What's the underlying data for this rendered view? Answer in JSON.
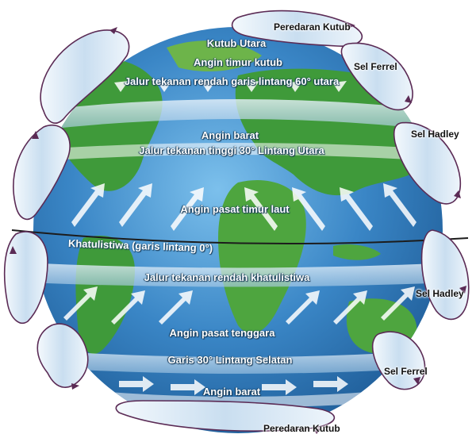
{
  "labels": {
    "kutub_utara": "Kutub Utara",
    "angin_timur_kutub": "Angin timur kutub",
    "jalur_60_utara": "Jalur tekanan rendah garis lintang 60° utara",
    "angin_barat_utara": "Angin barat",
    "jalur_30_utara": "Jalur tekanan tinggi 30° Lintang Utara",
    "angin_pasat_timur_laut": "Angin pasat timur laut",
    "khatulistiwa": "Khatulistiwa (garis lintang 0°)",
    "jalur_khatulistiwa": "Jalur tekanan rendah khatulistiwa",
    "angin_pasat_tenggara": "Angin pasat tenggara",
    "garis_30_selatan": "Garis 30° Lintang Selatan",
    "angin_barat_selatan": "Angin barat",
    "peredaran_kutub_atas": "Peredaran Kutub",
    "sel_ferrel_atas": "Sel Ferrel",
    "sel_hadley_atas": "Sel Hadley",
    "sel_hadley_bawah": "Sel Hadley",
    "sel_ferrel_bawah": "Sel Ferrel",
    "peredaran_kutub_bawah": "Peredaran Kutub"
  },
  "colors": {
    "ocean_deep": "#2a6fb0",
    "ocean_light": "#5fa9dc",
    "land": "#3f9a3a",
    "land_light": "#7cc04e",
    "arrow": "#ffffff",
    "cell_outline": "#5b2b55",
    "cell_fill": "#dfeef8",
    "equator_line": "#222222"
  }
}
